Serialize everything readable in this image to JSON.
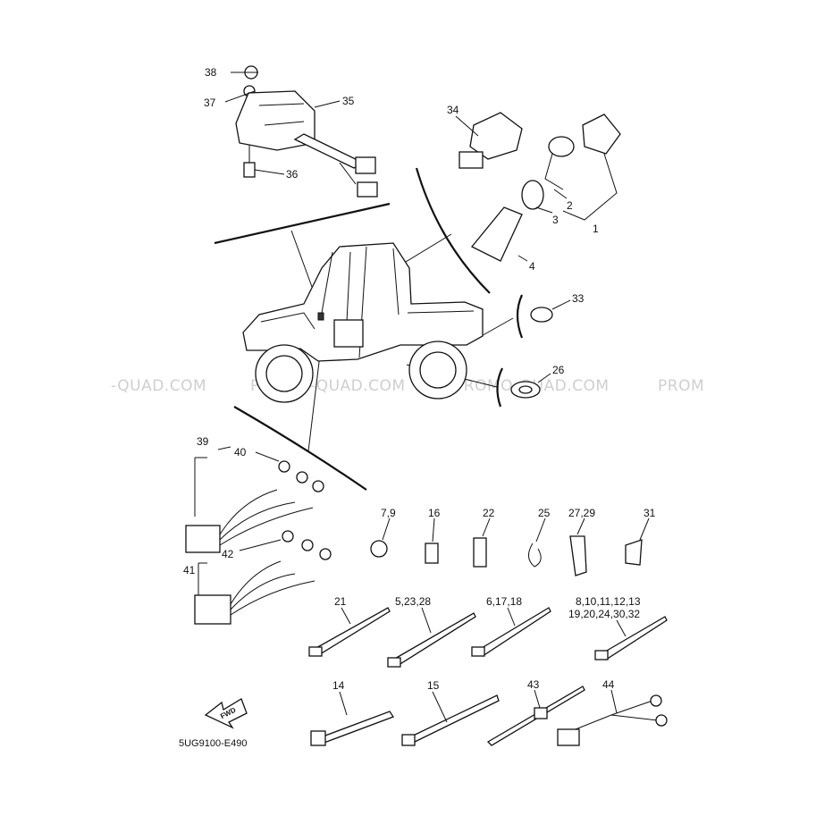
{
  "callouts": {
    "c1": "1",
    "c2": "2",
    "c3": "3",
    "c4": "4",
    "c33": "33",
    "c34": "34",
    "c35": "35",
    "c36": "36",
    "c37": "37",
    "c38": "38",
    "c26": "26",
    "c39": "39",
    "c40": "40",
    "c41": "41",
    "c42": "42",
    "c7_9": "7,9",
    "c16": "16",
    "c22": "22",
    "c25": "25",
    "c27_29": "27,29",
    "c31": "31",
    "c21": "21",
    "c5_23_28": "5,23,28",
    "c6_17_18": "6,17,18",
    "c8_13": "8,10,11,12,13",
    "c19_32": "19,20,24,30,32",
    "c14": "14",
    "c15": "15",
    "c43": "43",
    "c44": "44"
  },
  "fwd_arrow_text": "FWD",
  "diagram_code": "5UG9100-E490",
  "watermarks": [
    "-QUAD.COM",
    "PROMO-QUAD.COM",
    "PROMO-QUAD.COM",
    "PROM"
  ]
}
